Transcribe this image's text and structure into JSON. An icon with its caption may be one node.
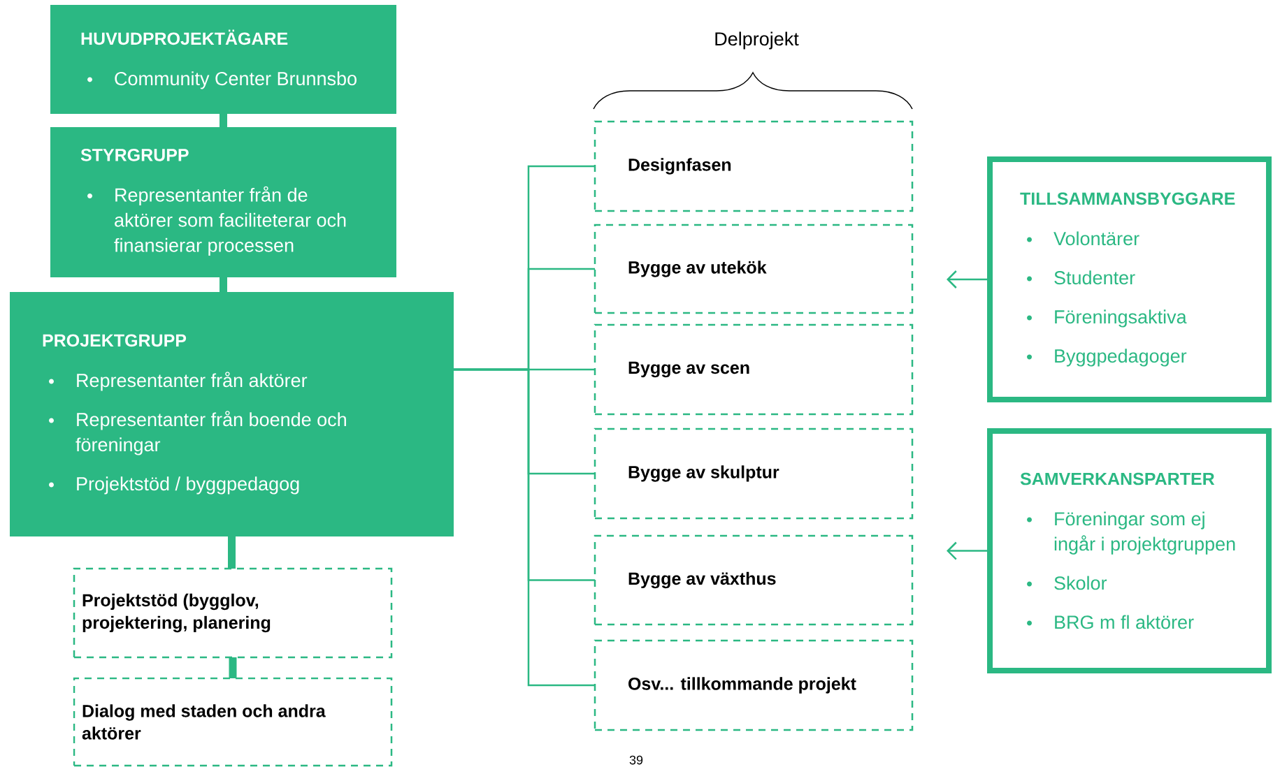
{
  "diagram": {
    "nodes": [
      {
        "text": [
          "HUVUDPROJEKTÄGARE",
          "Community Center Brunnsbo"
        ]
      },
      {
        "text": [
          "STYRGRUPP",
          "Representanter från de aktörer som faciliteterar och finansierar processen"
        ]
      },
      {
        "text": [
          "PROJEKTGRUPP",
          "Representanter från aktörer",
          "Representanter från boende och föreningar",
          "Projektstöd / byggpedagog"
        ]
      },
      {
        "text": [
          "Projektstöd (bygglov, projektering, planering"
        ]
      },
      {
        "text": [
          "Dialog med staden och andra aktörer"
        ]
      },
      {
        "text": [
          "Designfasen"
        ]
      },
      {
        "text": [
          "Bygge av utekök"
        ]
      },
      {
        "text": [
          "Bygge av scen"
        ]
      },
      {
        "text": [
          "Bygge av skulptur"
        ]
      },
      {
        "text": [
          "Bygge av växthus"
        ]
      },
      {
        "text": [
          "Osv... tillkommande projekt"
        ]
      },
      {
        "text": [
          "TILLSAMMANSBYGGARE",
          "Volontärer",
          "Studenter",
          "Föreningsaktiva",
          "Byggpedagoger"
        ]
      },
      {
        "text": [
          "SAMVERKANSPARTER",
          "Föreningar som ej ingår i projektgruppen",
          "Skolor",
          "BRG m fl aktörer"
        ]
      }
    ],
    "edges": [
      {
        "from": 0,
        "to": 1,
        "arrow": "none",
        "style": "thick"
      },
      {
        "from": 1,
        "to": 2,
        "arrow": "none",
        "style": "thick"
      },
      {
        "from": 2,
        "to": 3,
        "arrow": "none",
        "style": "thick"
      },
      {
        "from": 3,
        "to": 4,
        "arrow": "none",
        "style": "thick"
      },
      {
        "from": 2,
        "to": 5,
        "arrow": "none"
      },
      {
        "from": 2,
        "to": 6,
        "arrow": "none"
      },
      {
        "from": 2,
        "to": 7,
        "arrow": "none"
      },
      {
        "from": 2,
        "to": 8,
        "arrow": "none"
      },
      {
        "from": 2,
        "to": 9,
        "arrow": "none"
      },
      {
        "from": 2,
        "to": 10,
        "arrow": "none"
      },
      {
        "from": 11,
        "to": null,
        "arrow": "to"
      },
      {
        "from": 12,
        "to": null,
        "arrow": "to"
      }
    ],
    "labels": [
      "Delprojekt",
      "39"
    ]
  }
}
